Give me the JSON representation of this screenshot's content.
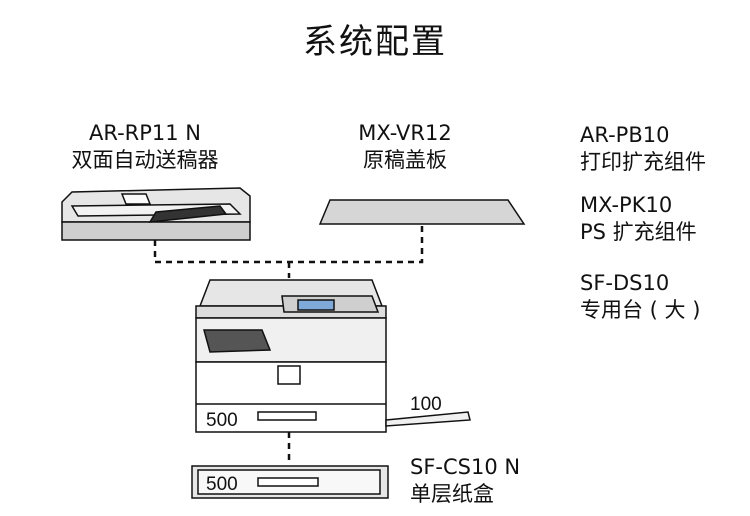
{
  "title": "系统配置",
  "components": {
    "adf": {
      "model": "AR-RP11 N",
      "name": "双面自动送稿器"
    },
    "cover": {
      "model": "MX-VR12",
      "name": "原稿盖板"
    },
    "print_kit": {
      "model": "AR-PB10",
      "name": "打印扩充组件"
    },
    "ps_kit": {
      "model": "MX-PK10",
      "name": "PS 扩充组件"
    },
    "stand": {
      "model": "SF-DS10",
      "name": "专用台 ( 大 )"
    },
    "tray": {
      "model": "SF-CS10 N",
      "name": "单层纸盒"
    }
  },
  "capacities": {
    "main_tray": "500",
    "bypass": "100",
    "optional_tray": "500"
  },
  "colors": {
    "line": "#111111",
    "device": "#e6e6e6",
    "device_dark": "#555555",
    "panel": "#7fa9d8"
  }
}
